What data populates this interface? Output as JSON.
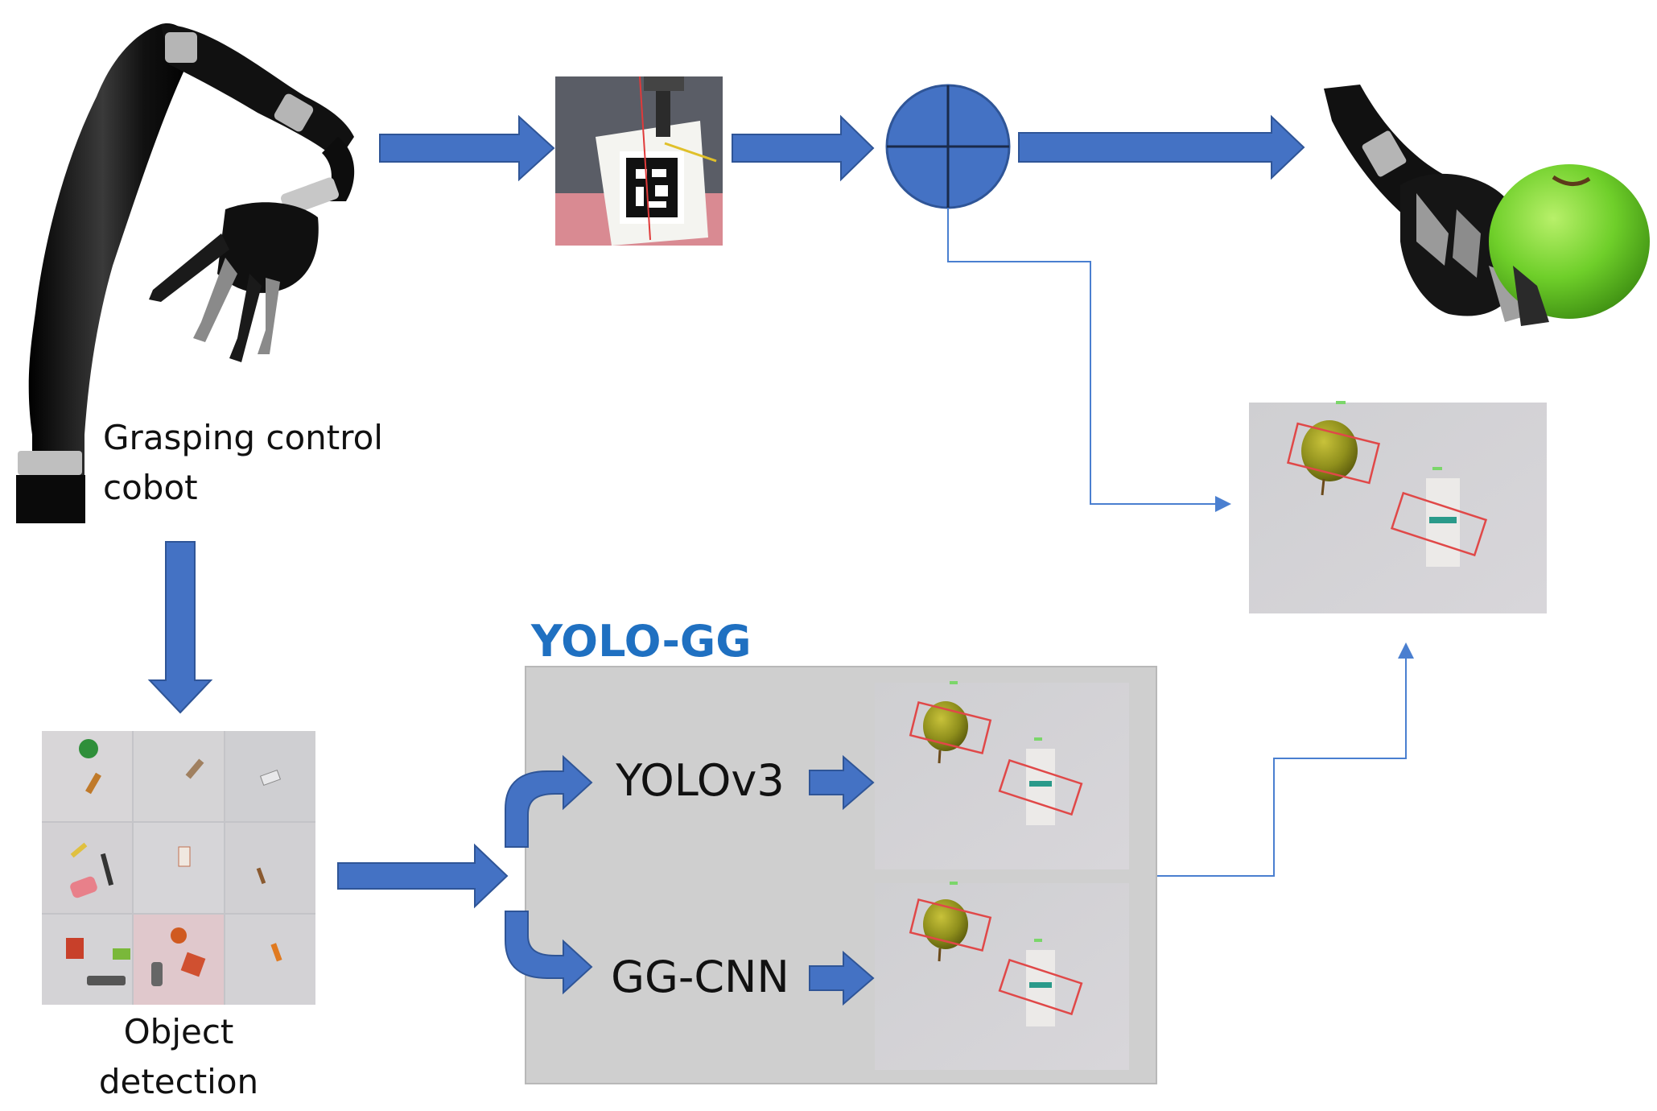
{
  "labels": {
    "cobot": [
      "Grasping control",
      "cobot"
    ],
    "object_detection": [
      "Object",
      "detection"
    ],
    "yolo_gg": "YOLO-GG",
    "yolov3": "YOLOv3",
    "ggcnn": "GG-CNN"
  },
  "colors": {
    "arrow": "#4472c4",
    "arrow_stroke": "#2f5597",
    "title_blue": "#1f70c1",
    "panel": "#cfcfcf",
    "thin_line": "#4a7fd0"
  }
}
